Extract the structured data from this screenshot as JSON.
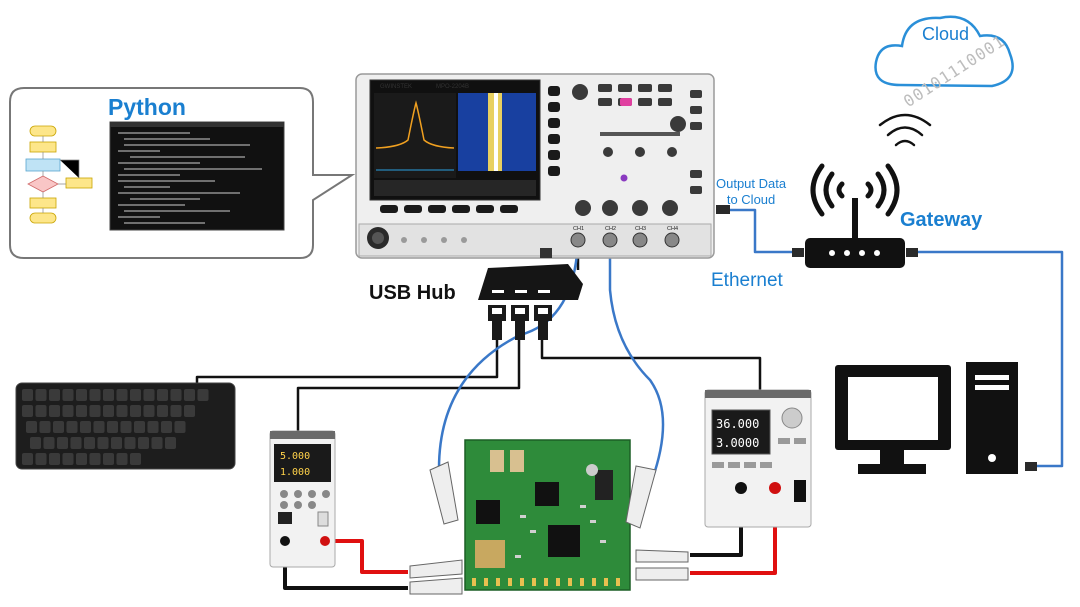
{
  "python_label": "Python",
  "usb_hub_label": "USB Hub",
  "gateway_label": "Gateway",
  "ethernet_label": "Ethernet",
  "output_label_line1": "Output Data",
  "output_label_line2": "to Cloud",
  "cloud_label": "Cloud",
  "binary_stream": "00101110001",
  "scope_brand": "GWINSTEK",
  "scope_model": "MPO-2204B",
  "scope_channels": [
    "CH1",
    "CH2",
    "CH3",
    "CH4"
  ],
  "psu_left_display": [
    "5.000",
    "1.000"
  ],
  "psu_right_display": [
    "36.000",
    "3.0000"
  ],
  "colors": {
    "accent_blue": "#1a7fd0",
    "cable_black": "#111111",
    "cable_blue": "#3a78c8",
    "cable_red": "#e01010",
    "pcb_green": "#2e8b3a"
  }
}
